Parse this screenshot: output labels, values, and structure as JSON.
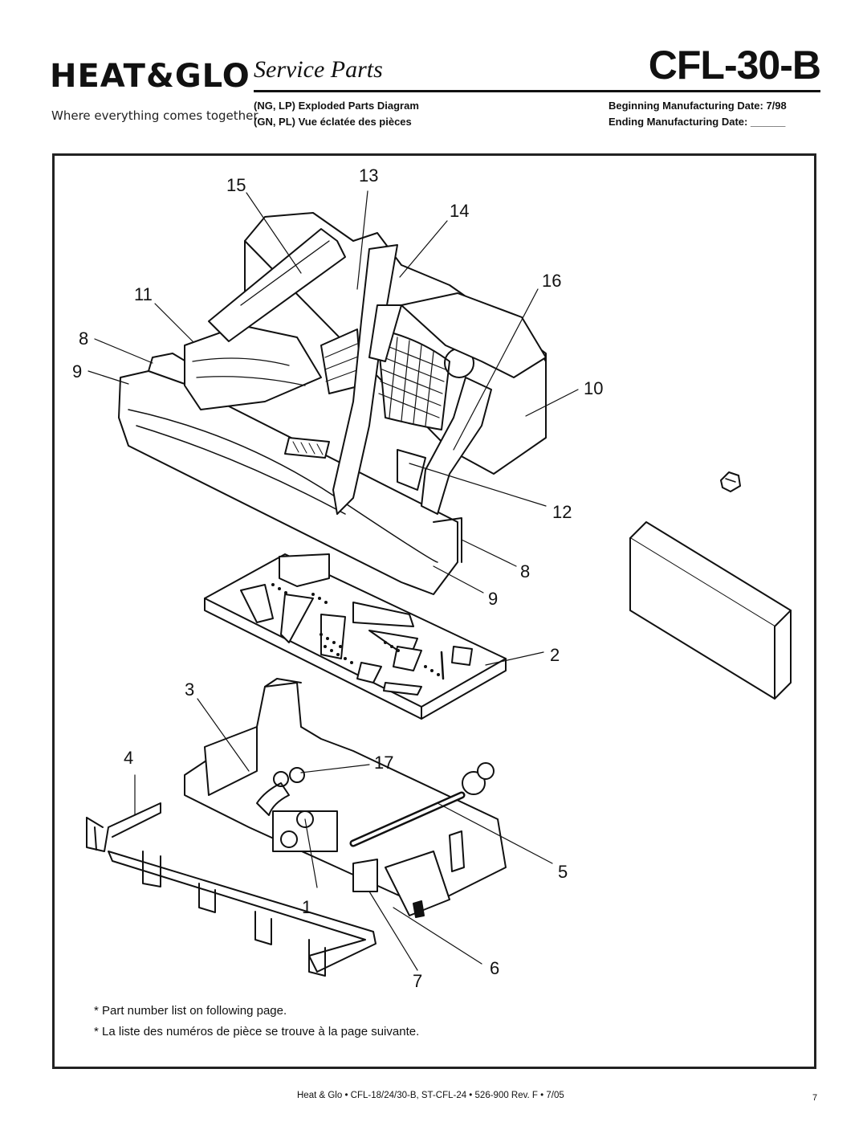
{
  "header": {
    "brand": "HEAT&GLO",
    "tagline": "Where everything comes together",
    "section_title": "Service Parts",
    "model": "CFL-30-B",
    "diagram_title_en": "(NG, LP)  Exploded Parts Diagram",
    "diagram_title_fr": "(GN, PL)  Vue éclatée des pièces",
    "begin_date": "Beginning Manufacturing Date: 7/98",
    "end_date": "Ending Manufacturing Date: ______"
  },
  "callouts": {
    "c1": "1",
    "c2": "2",
    "c3": "3",
    "c4": "4",
    "c5": "5",
    "c6": "6",
    "c7": "7",
    "c8a": "8",
    "c8b": "8",
    "c9a": "9",
    "c9b": "9",
    "c10": "10",
    "c11": "11",
    "c12": "12",
    "c13": "13",
    "c14": "14",
    "c15": "15",
    "c16": "16",
    "c17": "17"
  },
  "notes": {
    "en": "* Part number list on following page.",
    "fr": "* La liste des numéros de pièce se trouve à la page suivante."
  },
  "footer": {
    "text": "Heat & Glo  •  CFL-18/24/30-B, ST-CFL-24  •  526-900  Rev. F  •  7/05",
    "page": "7"
  }
}
